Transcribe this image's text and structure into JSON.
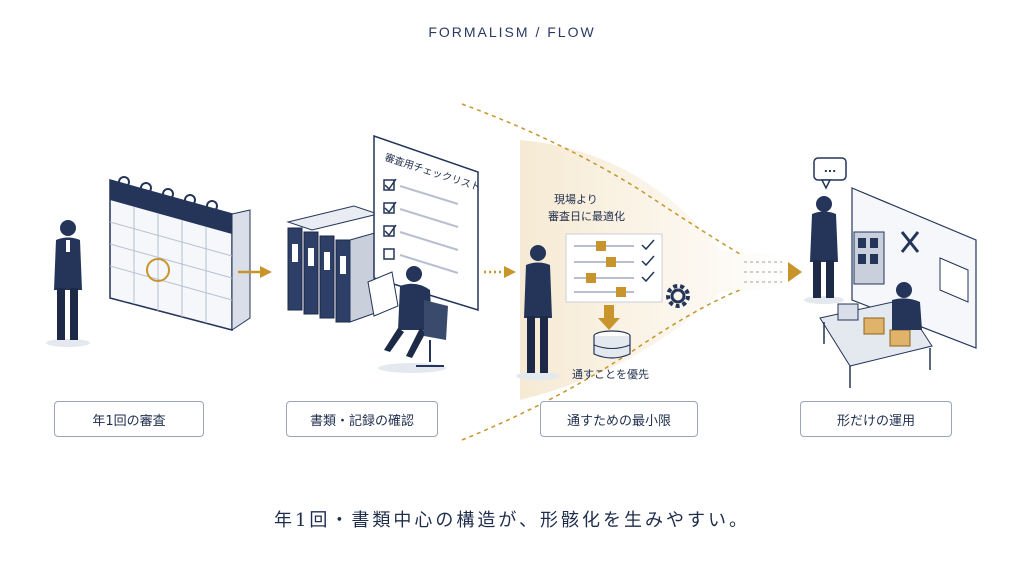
{
  "header": {
    "title": "FORMALISM / FLOW"
  },
  "steps": [
    {
      "label": "年1回の審査"
    },
    {
      "label": "書類・記録の確認"
    },
    {
      "label": "通すための最小限"
    },
    {
      "label": "形だけの運用"
    }
  ],
  "illustrations": {
    "checklist_title": "審査用チェックリスト",
    "funnel_note_line1": "現場より",
    "funnel_note_line2": "審査日に最適化",
    "funnel_bottom_note": "通すことを優先",
    "speech_bubble": "..."
  },
  "caption": "年1回・書類中心の構造が、形骸化を生みやすい。",
  "colors": {
    "navy": "#243559",
    "accent": "#c8952c",
    "line": "#9aa6bc"
  }
}
